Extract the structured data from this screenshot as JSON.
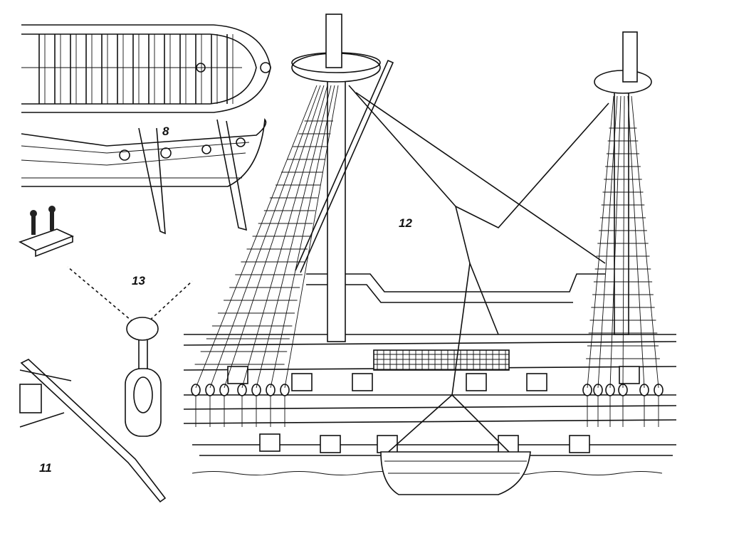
{
  "figure": {
    "labels": {
      "ship_boat": "8",
      "oar_detail": "11",
      "ship_rigging": "12",
      "rope_block": "13"
    }
  }
}
